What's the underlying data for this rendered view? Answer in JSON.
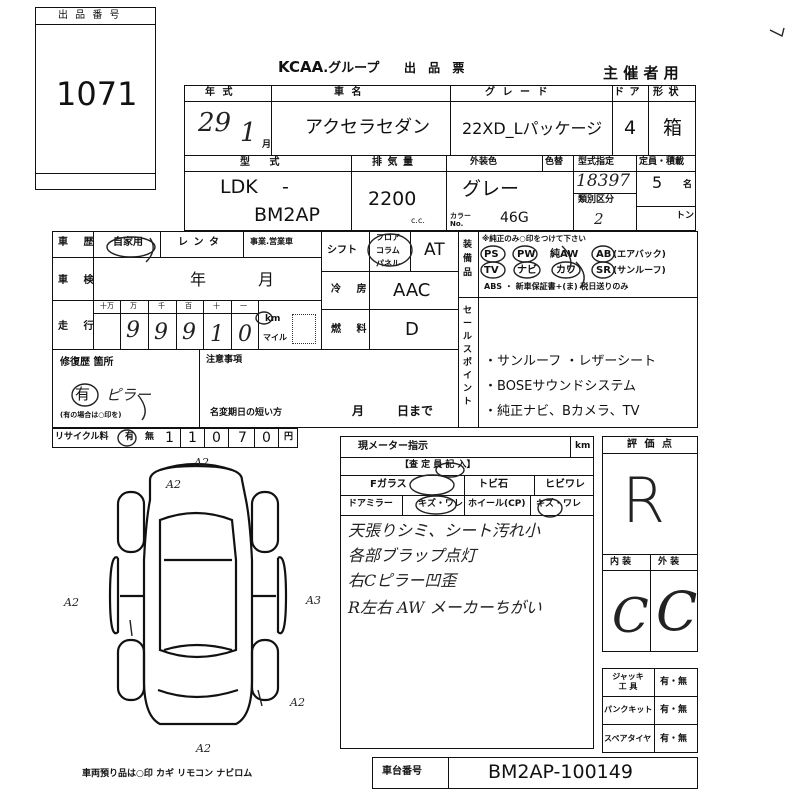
{
  "lot": {
    "label": "出 品 番 号",
    "number": "1071"
  },
  "title": {
    "brand": "KCAA",
    "group": ".グループ",
    "sheet": "出 品 票",
    "owner": "主 催 者 用"
  },
  "headers": {
    "year": "年 式",
    "model": "車 名",
    "grade": "グ レ ー ド",
    "doors": "ド ア",
    "shape": "形 状"
  },
  "vehicle": {
    "year": "29",
    "month": "1",
    "month_suffix": "月",
    "name": "アクセラセダン",
    "grade": "22XD_Lパッケージ",
    "doors": "4",
    "shape": "箱",
    "type_label": "型 式",
    "type_prefix": "LDK",
    "type_dash": "-",
    "type_code": "BM2AP",
    "disp_label": "排 気 量",
    "displacement": "2200",
    "cc": "c.c.",
    "color_label": "外装色",
    "color_no_label": "色替",
    "color": "グレー",
    "color_code_label": "カラー\nNo.",
    "color_code": "46G",
    "type_spec_label": "型式指定",
    "type_spec": "18397",
    "class_label": "類別区分",
    "class": "2",
    "capacity_label": "定員・積載",
    "capacity": "5",
    "capacity_unit": "名",
    "ton_unit": "トン"
  },
  "history": {
    "label": "車 歴",
    "private": "自家用",
    "rental": "レ ン タ",
    "business": "事業.営業車",
    "shaken_label": "車 検",
    "shaken_year": "年",
    "shaken_month": "月",
    "mileage_label": "走 行",
    "mileage_units": [
      "十万",
      "万",
      "千",
      "百",
      "十",
      "一"
    ],
    "mileage_digits": [
      "",
      "9",
      "9",
      "9",
      "1",
      "0"
    ],
    "km": "km",
    "mile": "マイル"
  },
  "shift": {
    "label": "シフト",
    "options": [
      "フロア",
      "コラム",
      "パネル"
    ],
    "value": "AT"
  },
  "cooling": {
    "label": "冷 房",
    "value": "AAC"
  },
  "fuel": {
    "label": "燃 料",
    "value": "D"
  },
  "equipment": {
    "label": "装備品",
    "note": "※純正のみ○印をつけて下さい",
    "row1": [
      "PS",
      "PW",
      "純AW",
      "AB",
      "(エアバック)"
    ],
    "row2": [
      "TV",
      "ナビ",
      "カワ",
      "SR",
      "(サンルーフ)"
    ],
    "row3": "ABS ・ 新車保証書+(ま) 税日送りのみ"
  },
  "repair": {
    "label": "修復歴 箇所",
    "value": "有",
    "note_hand": "ピラー",
    "footnote": "(有の場合は○印を)"
  },
  "notes": {
    "label": "注意事項",
    "tax_label": "名変期日の短い方",
    "tax_month": "月",
    "tax_day": "日まで"
  },
  "sales": {
    "label": "セールスポイント",
    "points": [
      "・サンルーフ ・レザーシート",
      "・BOSEサウンドシステム",
      "・純正ナビ、Bカメラ、TV"
    ]
  },
  "recycle": {
    "label": "リサイクル料",
    "has": "有",
    "none": "無",
    "digits": [
      "1",
      "1",
      "0",
      "7",
      "0"
    ],
    "yen": "円"
  },
  "inspection": {
    "meter_label": "現メーター指示",
    "km": "km",
    "title": "【査 定 員 記 入】",
    "f_glass": "Fガラス",
    "tobi": "トビ石",
    "hibi": "ヒビワレ",
    "door_mirror": "ドアミラー",
    "kizu_ware": "キズ・ワレ",
    "wheel": "ホイール(CP)",
    "kizu_ware2": "キズ・ワレ",
    "hand_notes": [
      "天張りシミ、シート汚れ小",
      "各部ブラップ点灯",
      "右Cピラー凹歪",
      "R左右 AW メーカーちがい"
    ]
  },
  "score": {
    "label": "評 価 点",
    "value": "R",
    "interior_label": "内 装",
    "exterior_label": "外 装",
    "interior": "C",
    "exterior": "C"
  },
  "tools": [
    {
      "label": "ジャッキ工具",
      "value": "有・無"
    },
    {
      "label": "パンクキット",
      "value": "有・無"
    },
    {
      "label": "スペアタイヤ",
      "value": "有・無"
    }
  ],
  "chassis": {
    "label": "車台番号",
    "value": "BM2AP-100149"
  },
  "footer": {
    "text": "車両預り品は○印  カギ  リモコン  ナビロム"
  },
  "diagram": {
    "marks": [
      "A2",
      "A2",
      "A2",
      "A2",
      "A2",
      "A3"
    ]
  }
}
